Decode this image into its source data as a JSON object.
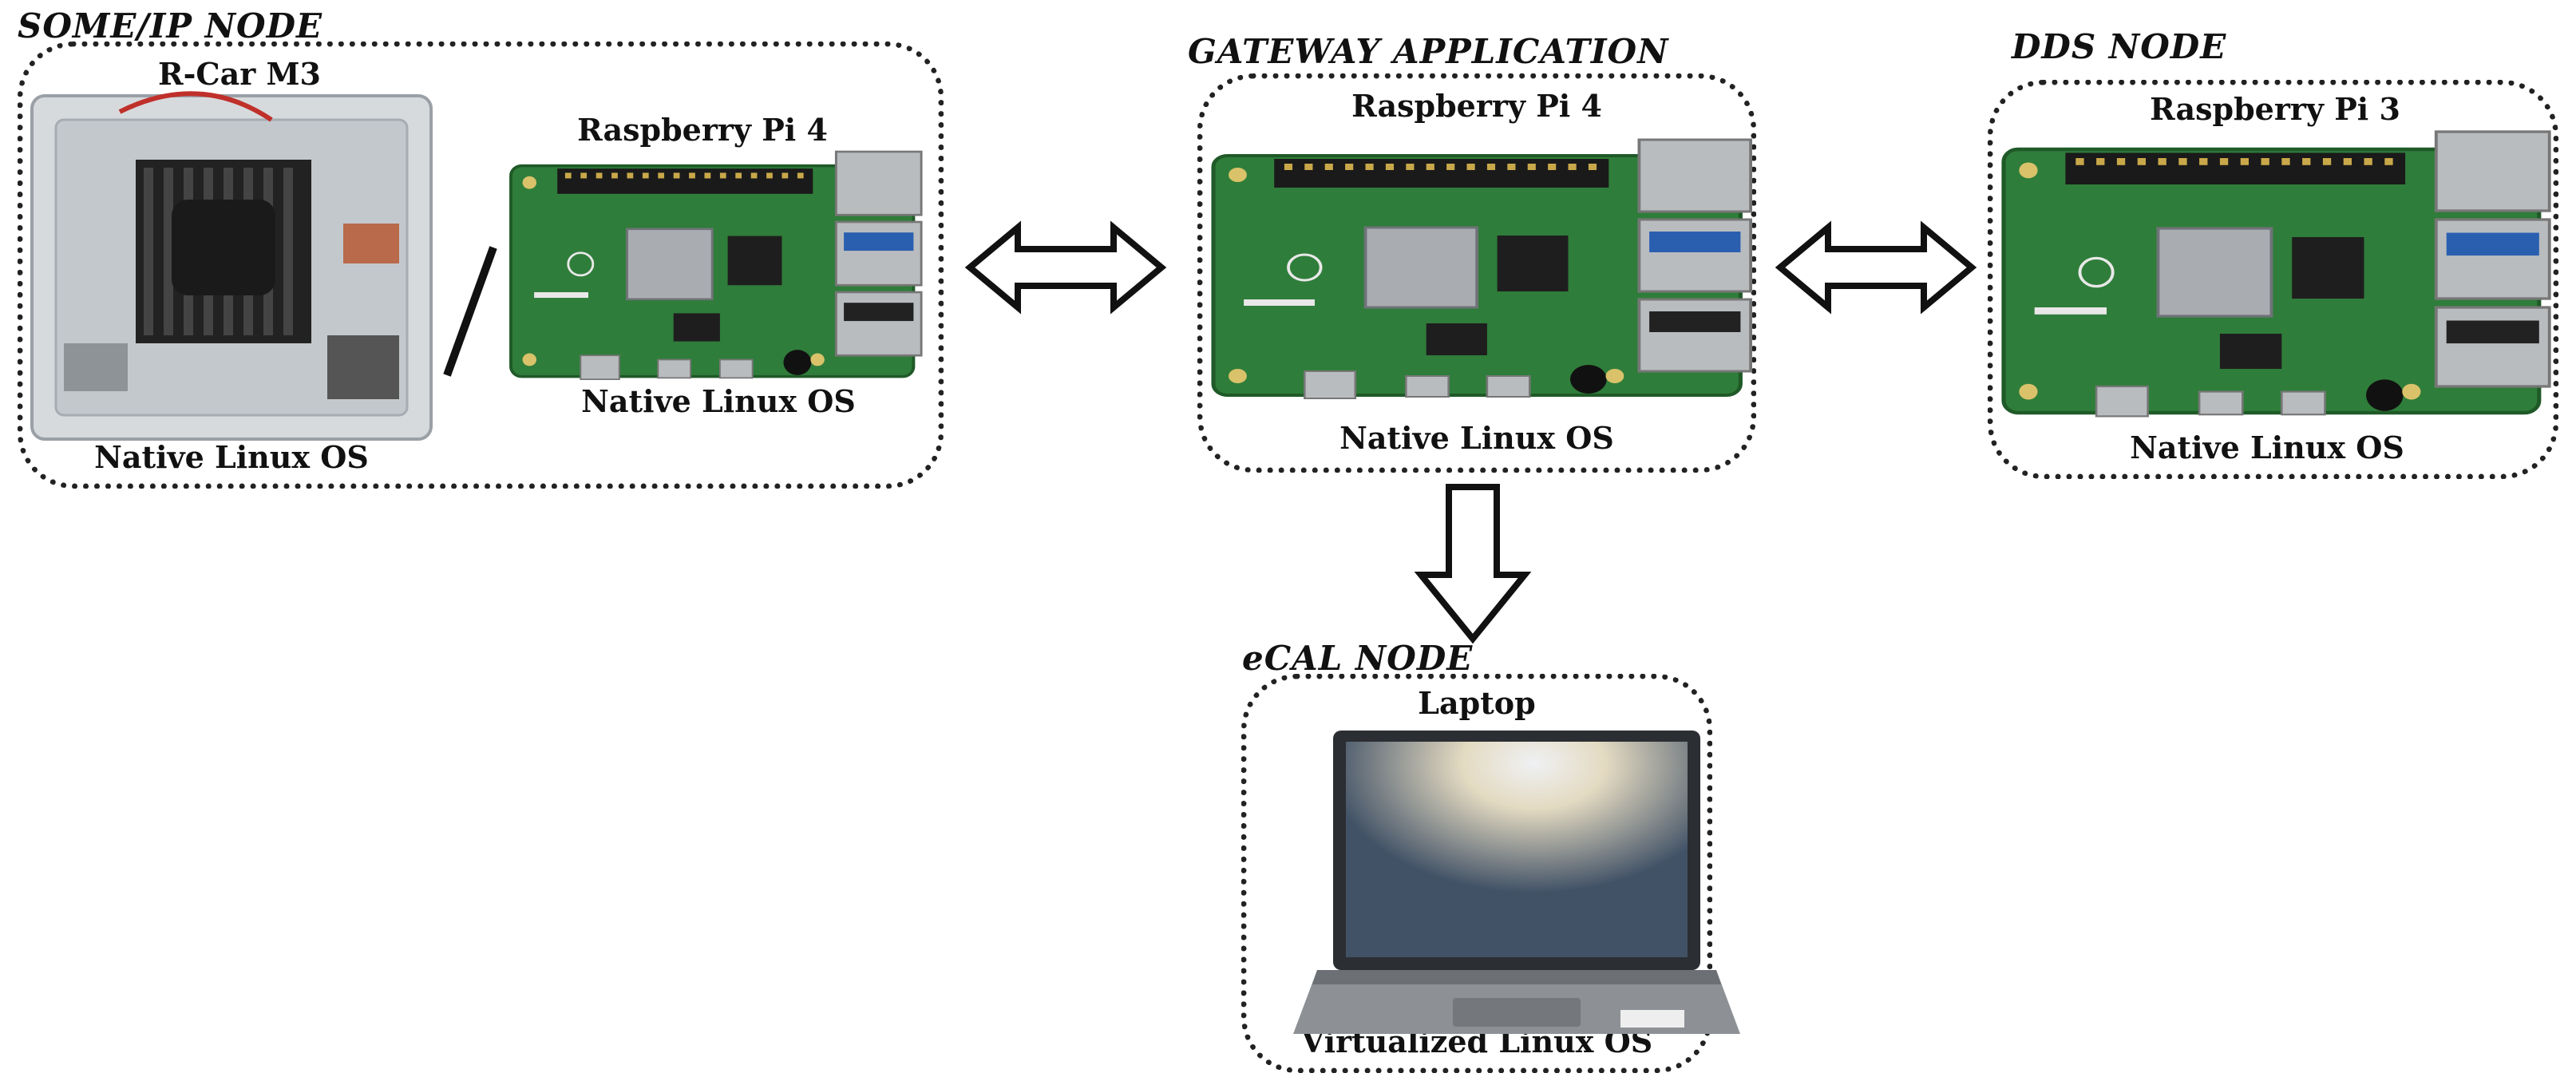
{
  "nodes": {
    "someip": {
      "title": "SOME/IP NODE",
      "device_a": "R-Car M3",
      "device_a_os": "Native Linux OS",
      "device_b": "Raspberry Pi 4",
      "device_b_os": "Native Linux OS"
    },
    "gateway": {
      "title": "GATEWAY APPLICATION",
      "device": "Raspberry Pi 4",
      "os": "Native Linux OS"
    },
    "dds": {
      "title": "DDS NODE",
      "device": "Raspberry Pi 3",
      "os": "Native Linux OS"
    },
    "ecal": {
      "title": "eCAL NODE",
      "device": "Laptop",
      "os": "Virtualized Linux OS"
    }
  },
  "arrows": [
    {
      "from": "someip",
      "to": "gateway",
      "kind": "double-arrow"
    },
    {
      "from": "gateway",
      "to": "dds",
      "kind": "double-arrow"
    },
    {
      "from": "gateway",
      "to": "ecal",
      "kind": "arrow-down"
    }
  ],
  "colors": {
    "pcb_green": "#2f7d3a",
    "pcb_dark": "#1f5a28",
    "metal": "#b9bcbf",
    "frame": "#222222",
    "laptop_body": "#3a3d42"
  }
}
